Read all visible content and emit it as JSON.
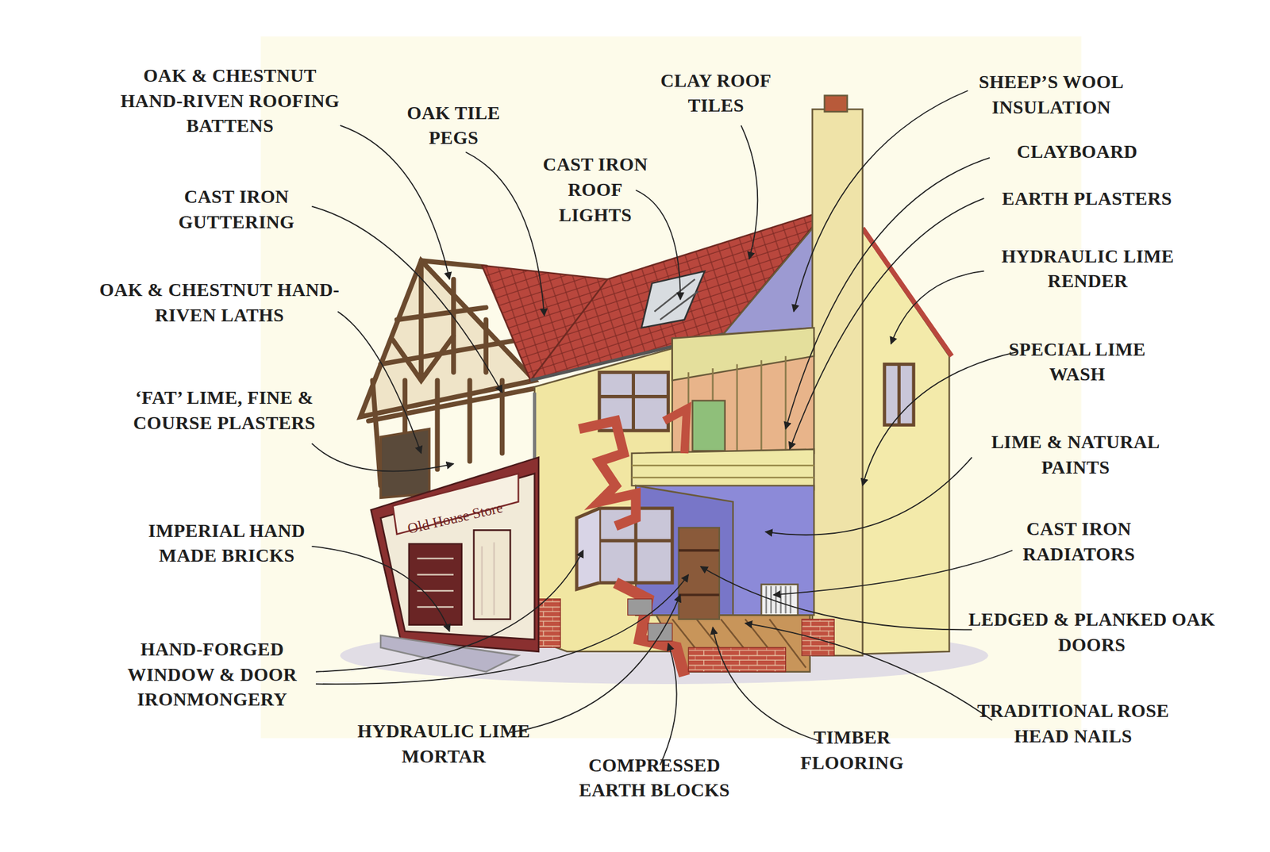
{
  "diagram": {
    "labels": [
      "OAK & CHESTNUT HAND-RIVEN ROOFING BATTENS",
      "CLAY ROOF TILES",
      "SHEEP’S WOOL INSULATION",
      "OAK TILE PEGS",
      "CLAYBOARD",
      "CAST IRON ROOF LIGHTS",
      "CAST IRON GUTTERING",
      "EARTH PLASTERS",
      "HYDRAULIC LIME RENDER",
      "OAK & CHESTNUT HAND-RIVEN LATHS",
      "SPECIAL LIME WASH",
      "‘FAT’ LIME, FINE & COURSE PLASTERS",
      "LIME & NATURAL PAINTS",
      "Old House Store",
      "IMPERIAL HAND MADE BRICKS",
      "CAST IRON RADIATORS",
      "LEDGED & PLANKED OAK DOORS",
      "HAND-FORGED WINDOW & DOOR IRONMONGERY",
      "TRADITIONAL ROSE HEAD NAILS",
      "HYDRAULIC LIME MORTAR",
      "TIMBER FLOORING",
      "COMPRESSED EARTH BLOCKS"
    ]
  }
}
